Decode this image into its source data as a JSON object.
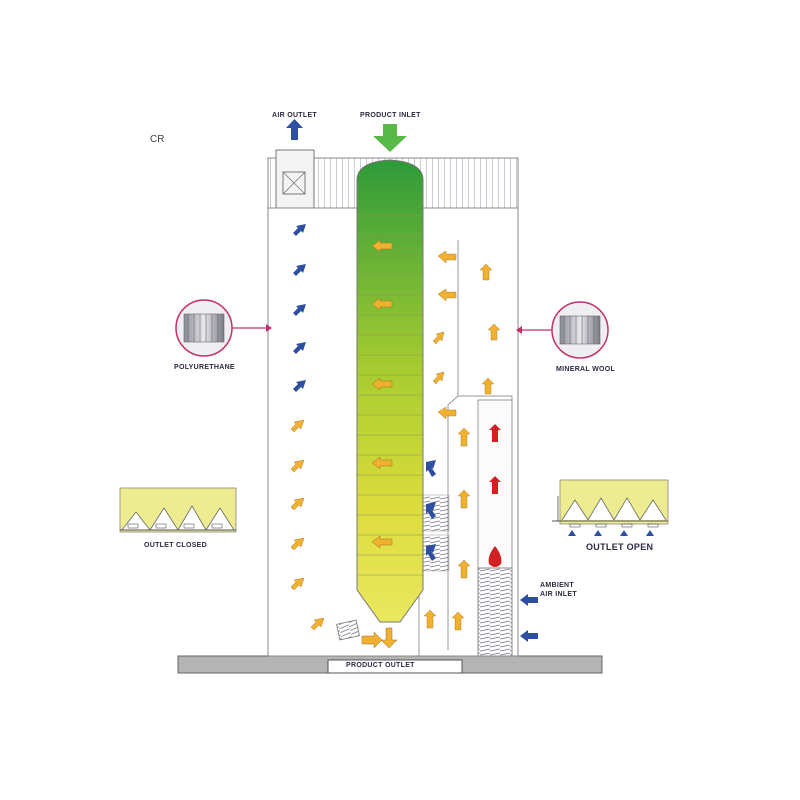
{
  "corner_mark": "CR",
  "labels": {
    "air_outlet": "AIR OUTLET",
    "product_inlet": "PRODUCT INLET",
    "product_outlet": "PRODUCT OUTLET",
    "polyurethane": "POLYURETHANE",
    "mineral_wool": "MINERAL WOOL",
    "outlet_closed": "OUTLET CLOSED",
    "outlet_open": "OUTLET OPEN",
    "ambient_air_inlet_1": "AMBIENT",
    "ambient_air_inlet_2": "AIR INLET"
  },
  "colors": {
    "hot_air": "#f0b030",
    "cool_air": "#2e4fa0",
    "heater_air": "#d42020",
    "product_top": "#2e9a3a",
    "product_bottom": "#e8e050",
    "outlet_panel": "#eeec90",
    "pointer": "#c0306a",
    "floor": "#b4b4b4"
  }
}
